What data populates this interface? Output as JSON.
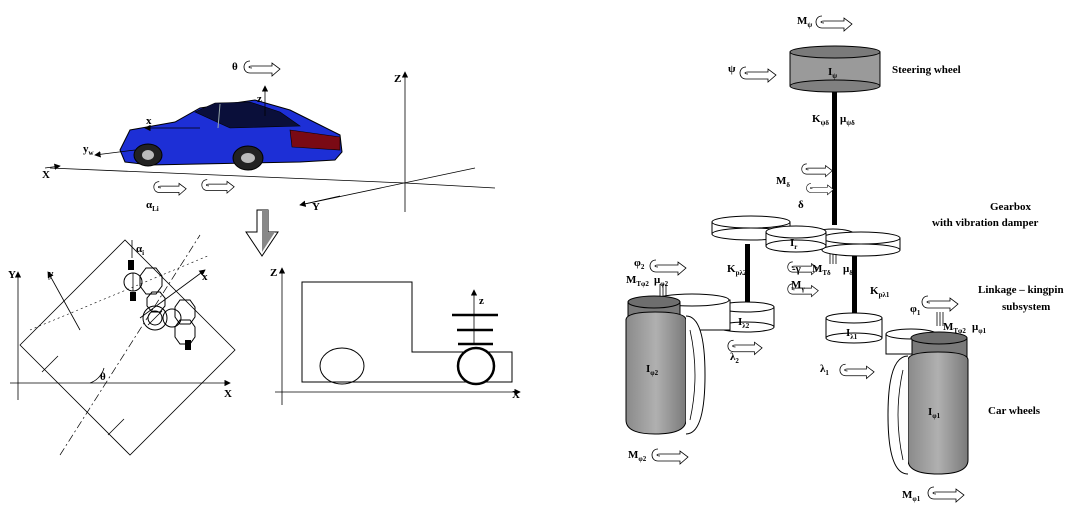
{
  "car_view": {
    "theta": "θ",
    "z_small": "z",
    "x_small": "x",
    "y_small": "y",
    "y_sub": "w",
    "X_big": "X",
    "Y_big": "Y",
    "Z_big": "Z",
    "alpha": "α",
    "alpha_sub": "Li"
  },
  "plan_view": {
    "alpha": "α",
    "alpha_sub": "i",
    "Y_big": "Y",
    "y_small": "y",
    "x_small": "x",
    "theta": "θ",
    "X_big": "X"
  },
  "side_view": {
    "Z_big": "Z",
    "z_small": "z",
    "X_big": "X"
  },
  "model": {
    "M_psi": "M",
    "M_psi_sub": "ψ",
    "psi": "ψ",
    "I_psi": "I",
    "I_psi_sub": "ψ",
    "steering_wheel": "Steering wheel",
    "K_label": "K",
    "K_sub": "ψδ",
    "mu_label": "μ",
    "mu_sub": "ψδ",
    "M_delta": "M",
    "M_delta_sub": "δ",
    "delta": "δ",
    "gearbox": "Gearbox",
    "gearbox_sub": "with vibration damper",
    "I_r": "I",
    "I_r_sub": "r",
    "phi2": "φ",
    "phi2_sub": "2",
    "M_tph2": "M",
    "M_tph2_sub": "Tφ2",
    "mu_ph2": "μ",
    "mu_ph2_sub": "φ2",
    "K_pl2": "K",
    "K_pl2_sub": "pλ2",
    "gamma": "γ",
    "M_tdelta": "M",
    "M_tdelta_sub": "Tδ",
    "mu_delta": "μ",
    "mu_delta_sub": "δ",
    "M_gamma": "M",
    "M_gamma_sub": "γ",
    "K_pl1": "K",
    "K_pl1_sub": "pλ1",
    "linkage": "Linkage – kingpin",
    "linkage_sub": "subsystem",
    "phi1": "φ",
    "phi1_sub": "1",
    "M_tph1": "M",
    "M_tph1_sub": "Tφ2",
    "mu_ph1": "μ",
    "mu_ph1_sub": "φ1",
    "I_l2": "I",
    "I_l2_sub": "λ2",
    "I_l1": "I",
    "I_l1_sub": "λ1",
    "I_ph2": "I",
    "I_ph2_sub": "φ2",
    "I_ph1": "I",
    "I_ph1_sub": "φ1",
    "lambda2": "λ",
    "lambda2_sub": "2",
    "lambda1": "λ",
    "lambda1_sub": "1",
    "car_wheels": "Car wheels",
    "M_ph2": "M",
    "M_ph2_sub": "φ2",
    "M_ph1": "M",
    "M_ph1_sub": "φ1"
  }
}
